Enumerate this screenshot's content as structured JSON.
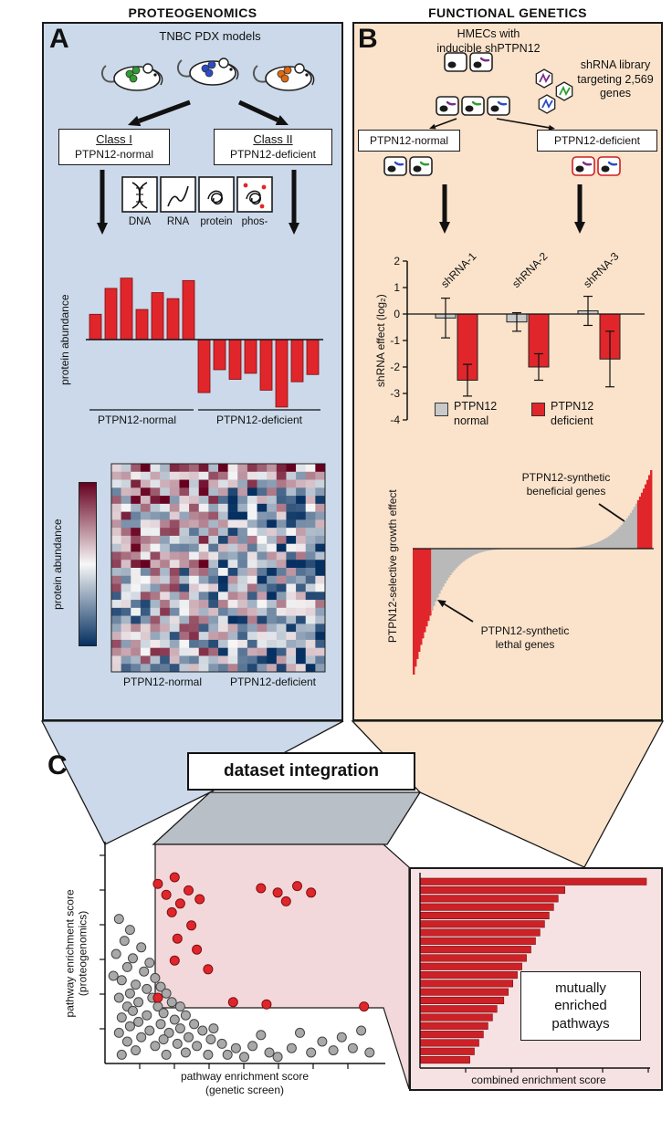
{
  "colors": {
    "panel_a_bg": "#cbd9ea",
    "panel_b_bg": "#fbe3cb",
    "integration_gray": "#b9bfc6",
    "pink_funnel": "#f2d8da",
    "panel_c_bar_bg": "#f6e2e3",
    "red": "#e0262b",
    "red_dark": "#7c1013",
    "gray_bar": "#c9c9c9",
    "heat_max": "#67001f",
    "heat_mid": "#f7f7f7",
    "heat_min": "#053061"
  },
  "panel_a": {
    "header": "PROTEOGENOMICS",
    "letter": "A",
    "title": "TNBC PDX models",
    "mice_tumor_colors": [
      "#2f9e30",
      "#2b4bc8",
      "#e2690f"
    ],
    "class_boxes": [
      {
        "name": "Class I",
        "desc": "PTPN12-normal"
      },
      {
        "name": "Class II",
        "desc": "PTPN12-deficient"
      }
    ],
    "omics_labels": [
      "DNA",
      "RNA",
      "protein",
      "phos-"
    ],
    "bar_ylabel": "protein abundance",
    "bar_groups": [
      "PTPN12-normal",
      "PTPN12-deficient"
    ],
    "colorbar_label": "protein abundance",
    "heatmap_groups": [
      "PTPN12-normal",
      "PTPN12-deficient"
    ]
  },
  "panel_b": {
    "header": "FUNCTIONAL GENETICS",
    "letter": "B",
    "title": "HMECs with\ninducible shPTPN12",
    "library_note": "shRNA library\ntargeting 2,569\ngenes",
    "normal_box": "PTPN12-normal",
    "deficient_box": "PTPN12-deficient",
    "shrna_colors": [
      "#7b2d8b",
      "#2f9e30",
      "#2b4bc8"
    ],
    "bar_ylabel": "shRNA effect (log₂)",
    "legend": [
      {
        "label": "PTPN12\nnormal",
        "color": "#c9c9c9"
      },
      {
        "label": "PTPN12\ndeficient",
        "color": "#e0262b"
      }
    ],
    "waterfall_ylabel": "PTPN12-selective growth effect",
    "beneficial_label": "PTPN12-synthetic\nbeneficial genes",
    "lethal_label": "PTPN12-synthetic\nlethal genes"
  },
  "panel_c": {
    "letter": "C",
    "integration_label": "dataset integration",
    "scatter_ylabel": "pathway enrichment score\n(proteogenomics)",
    "scatter_xlabel": "pathway enrichment score\n(genetic screen)",
    "combined_xlabel": "combined enrichment score",
    "mutually_label": "mutually\nenriched\npathways"
  },
  "chart_data": [
    {
      "id": "protein-abundance-bars",
      "type": "bar",
      "ylabel": "protein abundance",
      "groups": [
        "PTPN12-normal",
        "PTPN12-deficient"
      ],
      "series": [
        {
          "name": "PTPN12-normal",
          "values": [
            0.42,
            0.85,
            1.02,
            0.5,
            0.78,
            0.68,
            0.98
          ]
        },
        {
          "name": "PTPN12-deficient",
          "values": [
            -0.88,
            -0.5,
            -0.66,
            -0.56,
            -0.84,
            -1.12,
            -0.7,
            -0.58
          ]
        }
      ],
      "bar_color": "#e0262b",
      "ylim": [
        -1.3,
        1.2
      ]
    },
    {
      "id": "protein-heatmap",
      "type": "heatmap",
      "rows": 26,
      "cols": 22,
      "seed": 12,
      "col_groups": [
        "PTPN12-normal",
        "PTPN12-deficient"
      ],
      "scale": {
        "min_color": "#053061",
        "mid_color": "#f7f7f7",
        "max_color": "#67001f",
        "label": "protein abundance"
      }
    },
    {
      "id": "shrna-effect",
      "type": "grouped-bar",
      "ylabel": "shRNA effect (log2)",
      "ylim": [
        -4,
        2
      ],
      "yticks": [
        2,
        1,
        0,
        -1,
        -2,
        -3,
        -4
      ],
      "categories": [
        "shRNA-1",
        "shRNA-2",
        "shRNA-3"
      ],
      "series": [
        {
          "name": "PTPN12 normal",
          "color": "#c9c9c9",
          "values": [
            -0.15,
            -0.3,
            0.12
          ],
          "errors": [
            0.75,
            0.35,
            0.55
          ]
        },
        {
          "name": "PTPN12 deficient",
          "color": "#e0262b",
          "values": [
            -2.5,
            -2.0,
            -1.7
          ],
          "errors": [
            0.6,
            0.5,
            1.05
          ]
        }
      ]
    },
    {
      "id": "growth-effect-waterfall",
      "type": "waterfall",
      "ylabel": "PTPN12-selective growth effect",
      "n_genes": 130,
      "shape_power": 4.2,
      "neg_extent": -1.0,
      "pos_extent": 1.0,
      "red_left_count": 10,
      "red_right_count": 8,
      "annotations": [
        "PTPN12-synthetic beneficial genes",
        "PTPN12-synthetic lethal genes"
      ]
    },
    {
      "id": "pathway-scatter",
      "type": "scatter",
      "xlabel": "pathway enrichment score (genetic screen)",
      "ylabel": "pathway enrichment score (proteogenomics)",
      "xlim": [
        0,
        10
      ],
      "ylim": [
        0,
        10
      ],
      "quadrant_threshold": {
        "x": 1.8,
        "y": 2.5
      },
      "gray_points": [
        [
          0.5,
          6.6
        ],
        [
          0.9,
          6.1
        ],
        [
          0.7,
          5.6
        ],
        [
          1.3,
          5.3
        ],
        [
          0.4,
          5.0
        ],
        [
          1.0,
          4.8
        ],
        [
          1.6,
          4.6
        ],
        [
          0.8,
          4.4
        ],
        [
          1.4,
          4.2
        ],
        [
          0.3,
          4.0
        ],
        [
          1.8,
          3.9
        ],
        [
          0.6,
          3.8
        ],
        [
          1.1,
          3.6
        ],
        [
          2.0,
          3.5
        ],
        [
          1.5,
          3.4
        ],
        [
          0.9,
          3.2
        ],
        [
          2.2,
          3.2
        ],
        [
          0.5,
          3.0
        ],
        [
          1.7,
          3.0
        ],
        [
          1.2,
          2.8
        ],
        [
          2.4,
          2.8
        ],
        [
          0.8,
          2.6
        ],
        [
          1.9,
          2.6
        ],
        [
          2.7,
          2.6
        ],
        [
          1.0,
          2.4
        ],
        [
          2.1,
          2.3
        ],
        [
          1.5,
          2.2
        ],
        [
          2.9,
          2.2
        ],
        [
          0.6,
          2.1
        ],
        [
          2.5,
          2.0
        ],
        [
          1.2,
          1.9
        ],
        [
          2.0,
          1.8
        ],
        [
          3.2,
          1.8
        ],
        [
          0.9,
          1.7
        ],
        [
          2.7,
          1.6
        ],
        [
          1.6,
          1.5
        ],
        [
          2.3,
          1.4
        ],
        [
          3.5,
          1.5
        ],
        [
          0.5,
          1.4
        ],
        [
          3.0,
          1.2
        ],
        [
          1.3,
          1.2
        ],
        [
          2.1,
          1.1
        ],
        [
          3.8,
          1.1
        ],
        [
          0.8,
          1.0
        ],
        [
          2.6,
          0.9
        ],
        [
          1.8,
          0.8
        ],
        [
          3.3,
          0.8
        ],
        [
          4.2,
          0.9
        ],
        [
          1.1,
          0.6
        ],
        [
          2.9,
          0.5
        ],
        [
          4.7,
          0.7
        ],
        [
          5.3,
          0.8
        ],
        [
          0.6,
          0.4
        ],
        [
          2.2,
          0.4
        ],
        [
          3.7,
          0.4
        ],
        [
          5.9,
          0.5
        ],
        [
          6.7,
          0.7
        ],
        [
          7.4,
          0.5
        ],
        [
          8.2,
          0.6
        ],
        [
          8.9,
          0.7
        ],
        [
          9.5,
          0.5
        ],
        [
          5.0,
          0.3
        ],
        [
          6.2,
          0.3
        ],
        [
          7.8,
          1.0
        ],
        [
          8.5,
          1.2
        ],
        [
          5.6,
          1.3
        ],
        [
          7.0,
          1.4
        ],
        [
          9.2,
          1.5
        ],
        [
          4.4,
          0.4
        ],
        [
          3.9,
          1.6
        ]
      ],
      "red_points": [
        [
          1.9,
          8.2
        ],
        [
          2.5,
          8.5
        ],
        [
          2.2,
          7.7
        ],
        [
          3.0,
          7.9
        ],
        [
          2.7,
          7.3
        ],
        [
          3.4,
          7.5
        ],
        [
          2.4,
          6.9
        ],
        [
          5.6,
          8.0
        ],
        [
          6.2,
          7.8
        ],
        [
          6.9,
          8.1
        ],
        [
          7.4,
          7.8
        ],
        [
          6.5,
          7.4
        ],
        [
          3.1,
          6.3
        ],
        [
          2.6,
          5.7
        ],
        [
          3.3,
          5.2
        ],
        [
          2.5,
          4.7
        ],
        [
          3.7,
          4.3
        ],
        [
          1.9,
          3.0
        ],
        [
          5.8,
          2.7
        ],
        [
          9.3,
          2.6
        ],
        [
          4.6,
          2.8
        ]
      ]
    },
    {
      "id": "combined-enrichment",
      "type": "bar-horizontal",
      "xlabel": "combined enrichment score",
      "annotation": "mutually enriched pathways",
      "xlim": [
        0,
        10
      ],
      "values": [
        10,
        6.4,
        6.1,
        5.9,
        5.7,
        5.5,
        5.3,
        5.1,
        4.9,
        4.7,
        4.5,
        4.3,
        4.1,
        3.9,
        3.7,
        3.4,
        3.2,
        3.0,
        2.8,
        2.6,
        2.4,
        2.2
      ]
    }
  ]
}
